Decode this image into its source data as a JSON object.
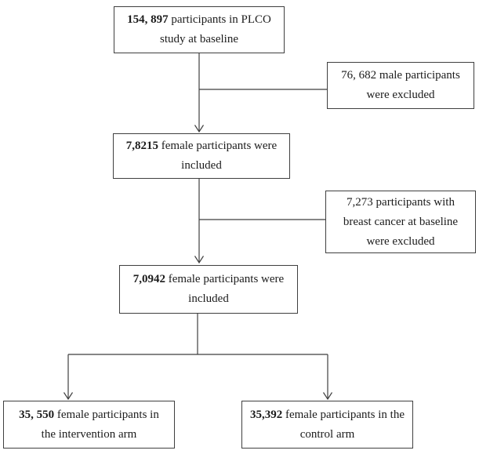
{
  "figure_type": "participant-flow-diagram",
  "colors": {
    "background": "#ffffff",
    "box_border": "#3f3f3f",
    "line": "#3f3f3f",
    "text": "#1c1c1c"
  },
  "boxes": {
    "baseline": {
      "bold": "154, 897",
      "line1_rest": " participants in PLCO",
      "line2": "study at baseline"
    },
    "male_excluded": {
      "line1": "76, 682 male participants",
      "line2": "were excluded"
    },
    "female_included": {
      "bold": "7,8215",
      "line1_rest": " female participants were",
      "line2": "included"
    },
    "bc_excluded": {
      "line1": "7,273 participants with",
      "line2": "breast cancer at baseline",
      "line3": "were excluded"
    },
    "female_included_2": {
      "bold": "7,0942",
      "line1_rest": " female participants were",
      "line2": "included"
    },
    "intervention": {
      "bold": "35, 550",
      "line1_rest": " female participants in",
      "line2": "the intervention arm"
    },
    "control": {
      "bold": "35,392",
      "line1_rest": " female participants in the",
      "line2": "control arm"
    }
  }
}
